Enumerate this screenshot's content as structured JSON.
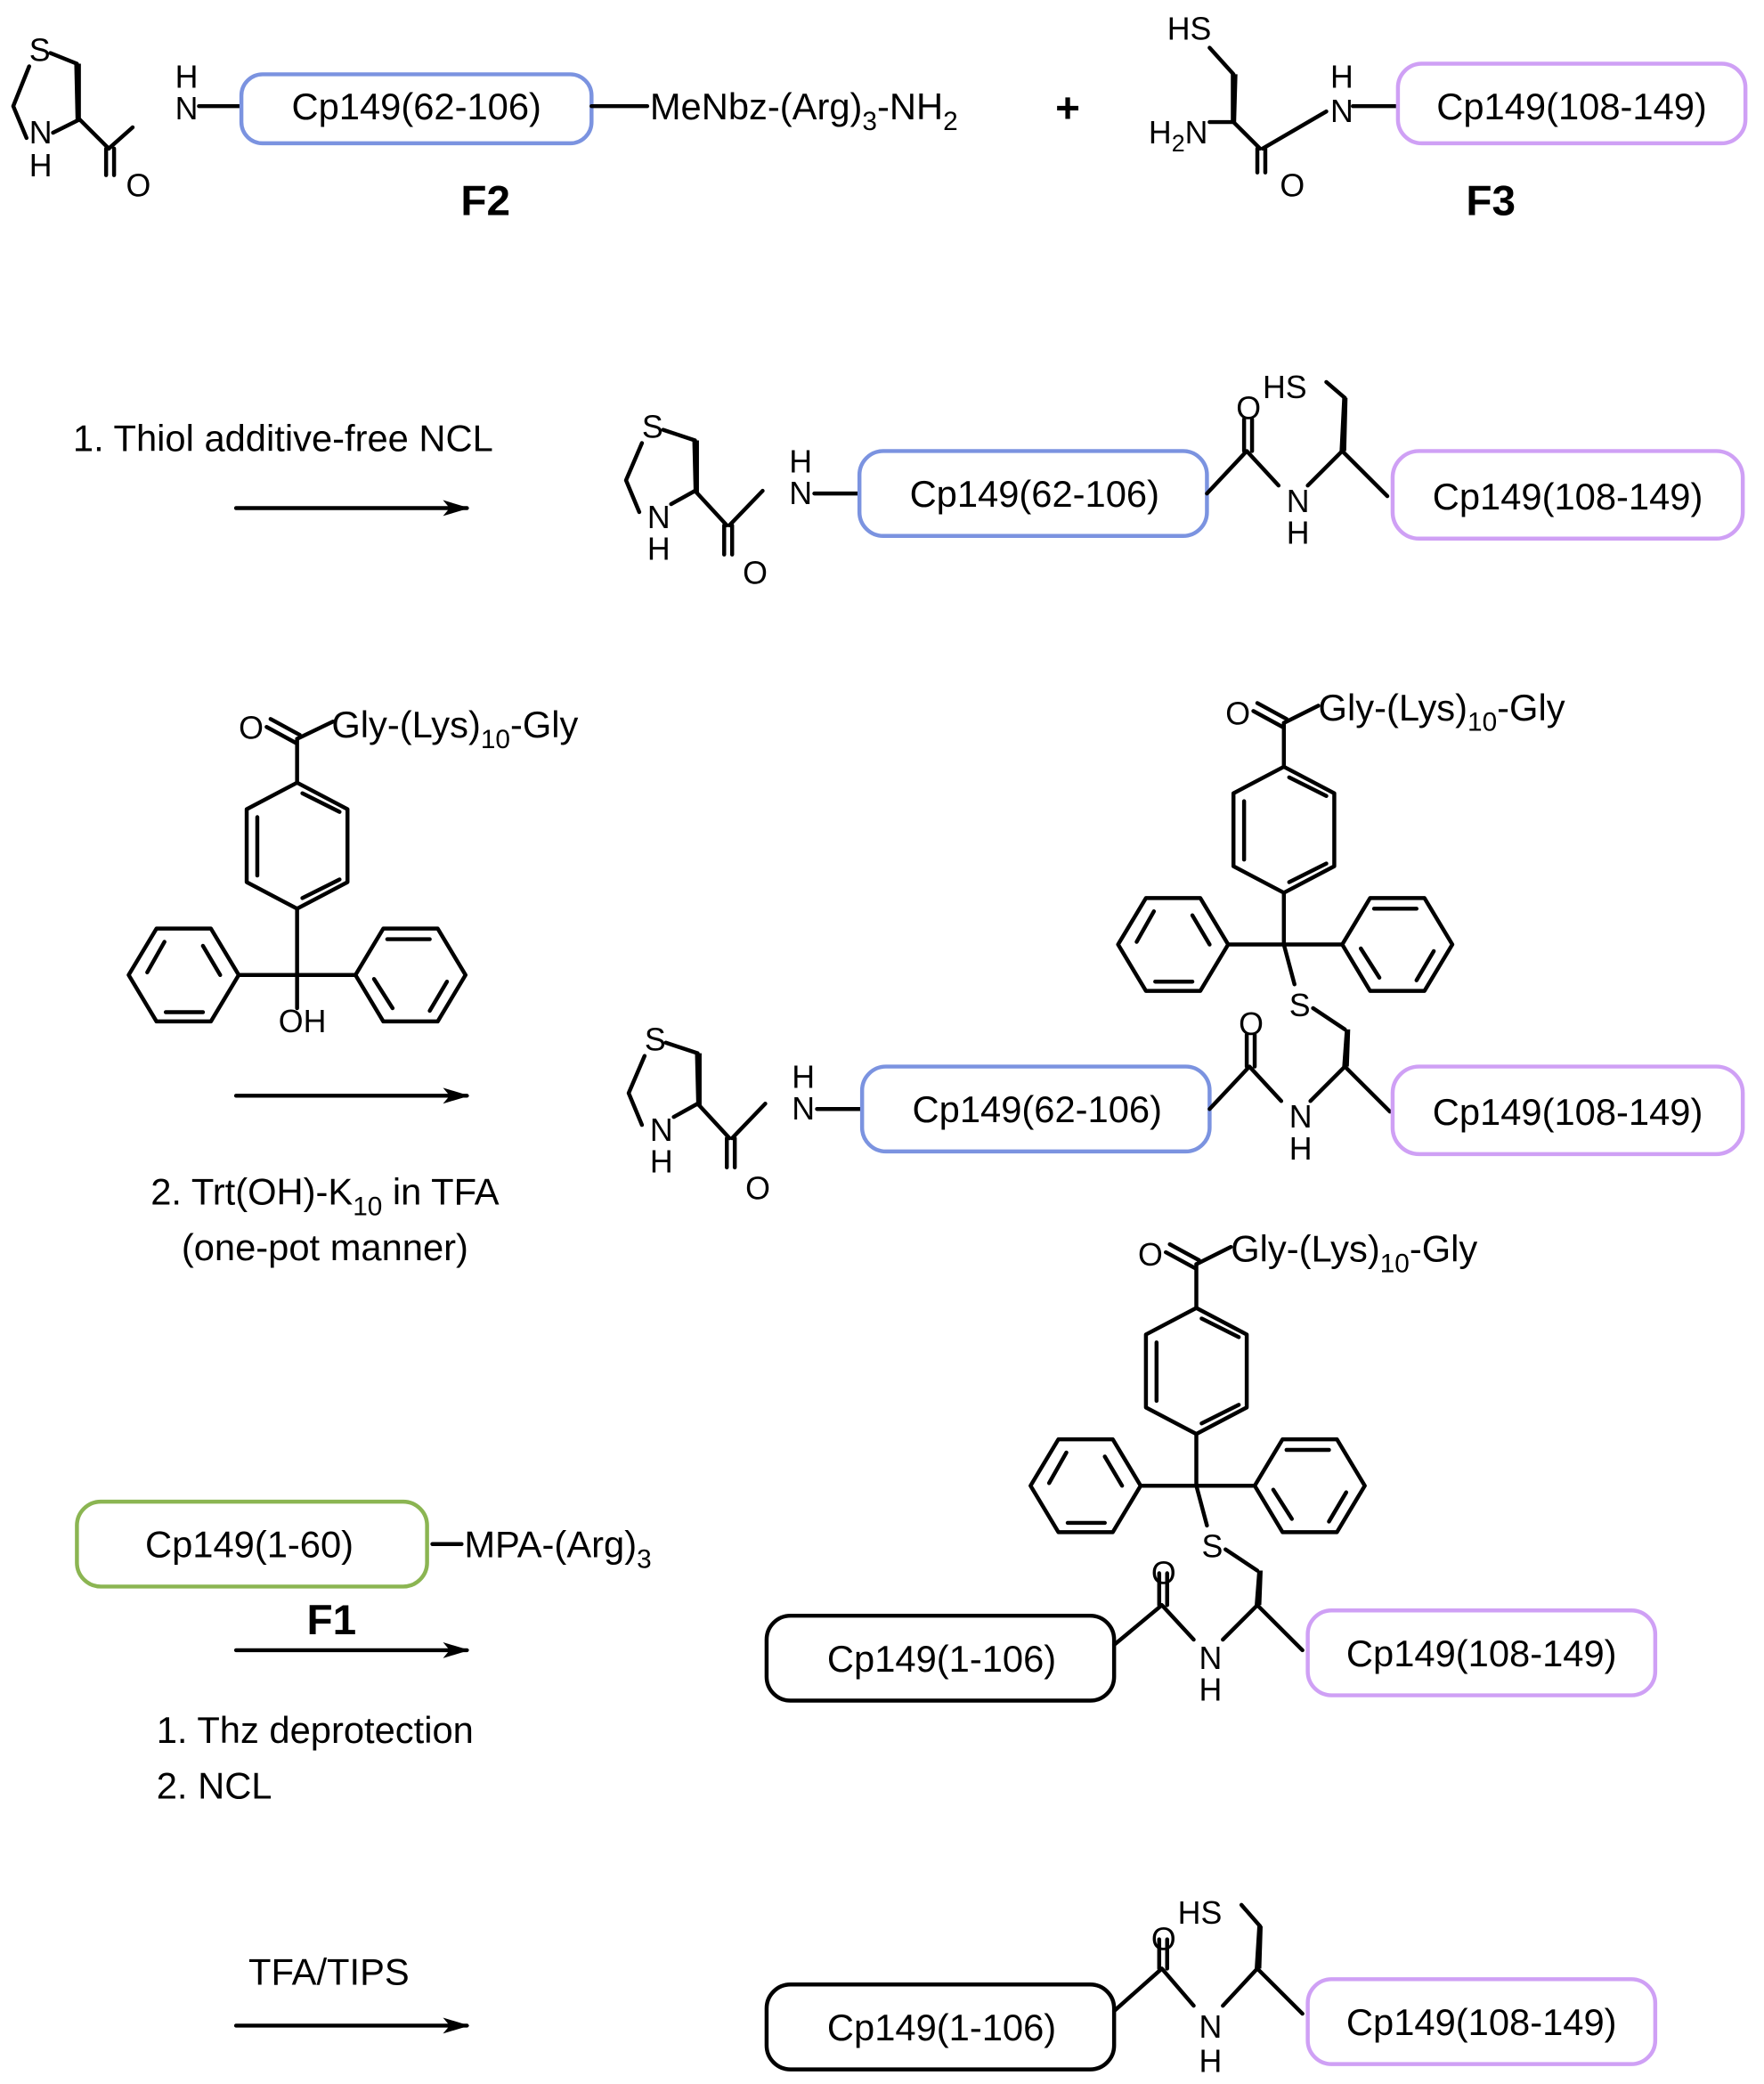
{
  "figure": {
    "title": "Semi-synthesis scheme of Cp149 via native chemical ligation with Trt-K10 solubilizing tag",
    "colors": {
      "segment_62_106": "#7b93e0",
      "segment_108_149": "#cfa0f5",
      "segment_1_60": "#8bb552",
      "segment_1_106": "#000000"
    }
  },
  "reactants": {
    "f2": {
      "label": "F2",
      "segment": "Cp149(62-106)",
      "c_term": "MeNbz-(Arg)",
      "c_term_sub": "3",
      "c_term_tail": "-NH",
      "c_term_tail_sub": "2"
    },
    "plus": "+",
    "f3": {
      "label": "F3",
      "segment": "Cp149(108-149)"
    }
  },
  "atoms": {
    "S": "S",
    "N": "N",
    "H": "H",
    "O": "O",
    "HS": "HS",
    "OH": "OH",
    "H2N_H": "H",
    "H2N_sub": "2",
    "H2N_N": "N"
  },
  "steps": {
    "step1": {
      "label": "1. Thiol additive-free NCL",
      "product_left": "Cp149(62-106)",
      "product_right": "Cp149(108-149)"
    },
    "step2": {
      "reagent_tag": "Gly-(Lys)",
      "reagent_tag_sub": "10",
      "reagent_tag_tail": "-Gly",
      "label_line1_a": "2. Trt(OH)-K",
      "label_line1_sub": "10",
      "label_line1_b": " in TFA",
      "label_line2": "(one-pot manner)",
      "product_left": "Cp149(62-106)",
      "product_right": "Cp149(108-149)"
    },
    "step3": {
      "reagent_segment": "Cp149(1-60)",
      "reagent_cterm": "MPA-(Arg)",
      "reagent_cterm_sub": "3",
      "reagent_label": "F1",
      "conditions": [
        "1. Thz deprotection",
        "2.  NCL"
      ],
      "product_left": "Cp149(1-106)",
      "product_right": "Cp149(108-149)"
    },
    "step4": {
      "label": "TFA/TIPS",
      "product_left": "Cp149(1-106)",
      "product_right": "Cp149(108-149)"
    }
  }
}
